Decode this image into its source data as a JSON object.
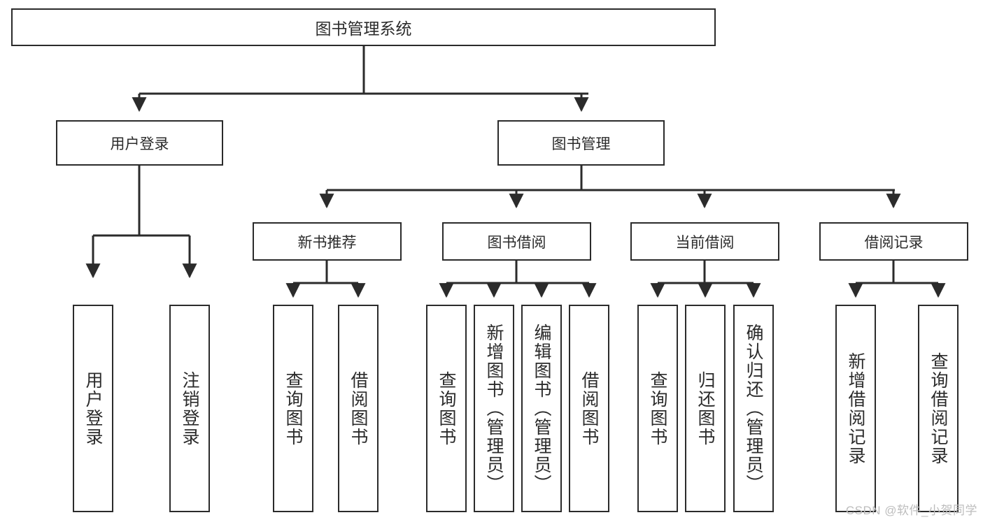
{
  "diagram": {
    "title": "图书管理系统",
    "watermark": "CSDN @软件_小贺同学",
    "stroke_color": "#2b2b2b",
    "background_color": "#ffffff"
  },
  "root": {
    "label": "图书管理系统"
  },
  "level2": [
    {
      "label": "用户登录"
    },
    {
      "label": "图书管理"
    }
  ],
  "level3": [
    {
      "label": "新书推荐"
    },
    {
      "label": "图书借阅"
    },
    {
      "label": "当前借阅"
    },
    {
      "label": "借阅记录"
    }
  ],
  "leaves": {
    "user_login": [
      {
        "label": "用户登录"
      },
      {
        "label": "注销登录"
      }
    ],
    "new_book_recommend": [
      {
        "label": "查询图书"
      },
      {
        "label": "借阅图书"
      }
    ],
    "book_borrow": [
      {
        "label": "查询图书"
      },
      {
        "label": "新增图书（管理员）"
      },
      {
        "label": "编辑图书（管理员）"
      },
      {
        "label": "借阅图书"
      }
    ],
    "current_borrow": [
      {
        "label": "查询图书"
      },
      {
        "label": "归还图书"
      },
      {
        "label": "确认归还（管理员）"
      }
    ],
    "borrow_record": [
      {
        "label": "新增借阅记录"
      },
      {
        "label": "查询借阅记录"
      }
    ]
  }
}
